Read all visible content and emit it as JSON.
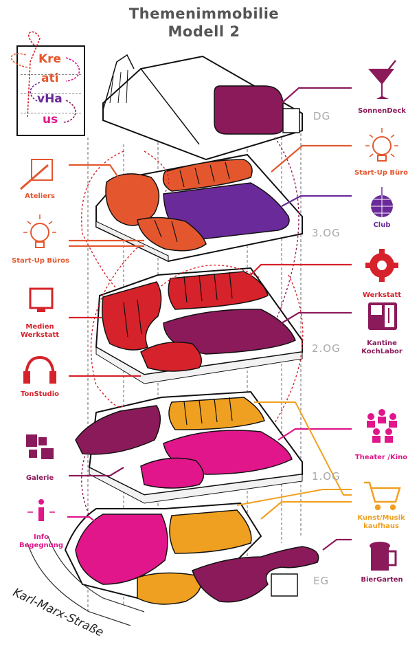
{
  "title": {
    "line1": "Themenimmobilie",
    "line2": "Modell 2"
  },
  "logo": {
    "w1": "Kre",
    "w2": "ati",
    "w3": "vHa",
    "w4": "us"
  },
  "floors": {
    "dg": "DG",
    "og3": "3.OG",
    "og2": "2.OG",
    "og1": "1.OG",
    "eg": "EG"
  },
  "street": "Karl-Marx-Straße",
  "labels": {
    "sonnendeck": "SonnenDeck",
    "startup_right": "Start-Up Büro",
    "club": "Club",
    "werkstatt": "Werkstatt",
    "kantine1": "Kantine",
    "kantine2": "KochLabor",
    "theater": "Theater /Kino",
    "kunst1": "Kunst/Musik",
    "kunst2": "kaufhaus",
    "biergarten": "BierGarten",
    "ateliers": "Ateliers",
    "startup_left": "Start-Up Büros",
    "medien1": "Medien",
    "medien2": "Werkstatt",
    "tonstudio": "TonStudio",
    "galerie": "Galerie",
    "info1": "Info",
    "info2": "Begegnung"
  },
  "colors": {
    "orange": "#e4572e",
    "red": "#d6222a",
    "purple": "#8b1a5a",
    "violet": "#6a2a9a",
    "magenta": "#e0168a",
    "amber": "#f0a020",
    "grey": "#a8a8a8"
  }
}
